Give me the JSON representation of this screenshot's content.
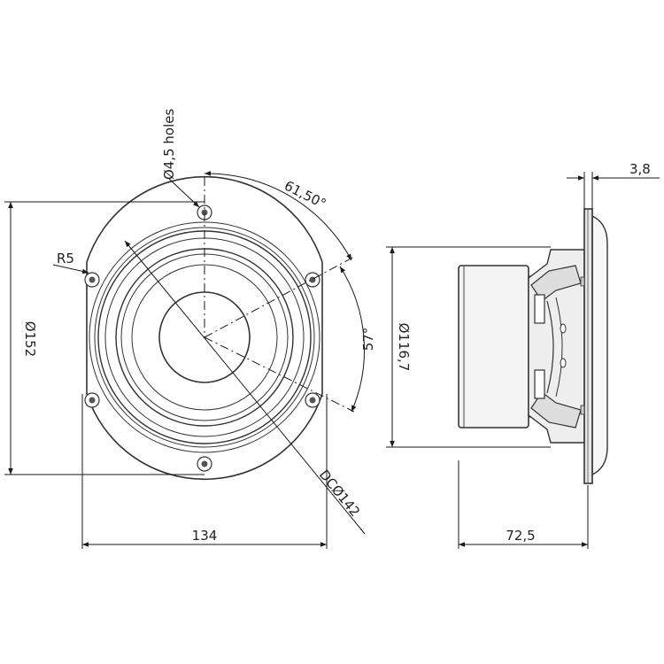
{
  "drawing": {
    "labels": {
      "holes": "Ø4,5 holes",
      "hole_angle": "61,50°",
      "radius": "R5",
      "outer_diameter": "Ø152",
      "cutout_diameter": "Ø116,7",
      "slot_angle": "57°",
      "bolt_circle": "DCØ142",
      "width": "134",
      "depth": "72,5",
      "flange_thickness": "3,8"
    },
    "colors": {
      "line": "#1a1a1a",
      "frame": "#333333",
      "fill_light": "#f7f7f7",
      "fill_mid": "#eeeeee",
      "fill_dark": "#dddddd"
    }
  }
}
